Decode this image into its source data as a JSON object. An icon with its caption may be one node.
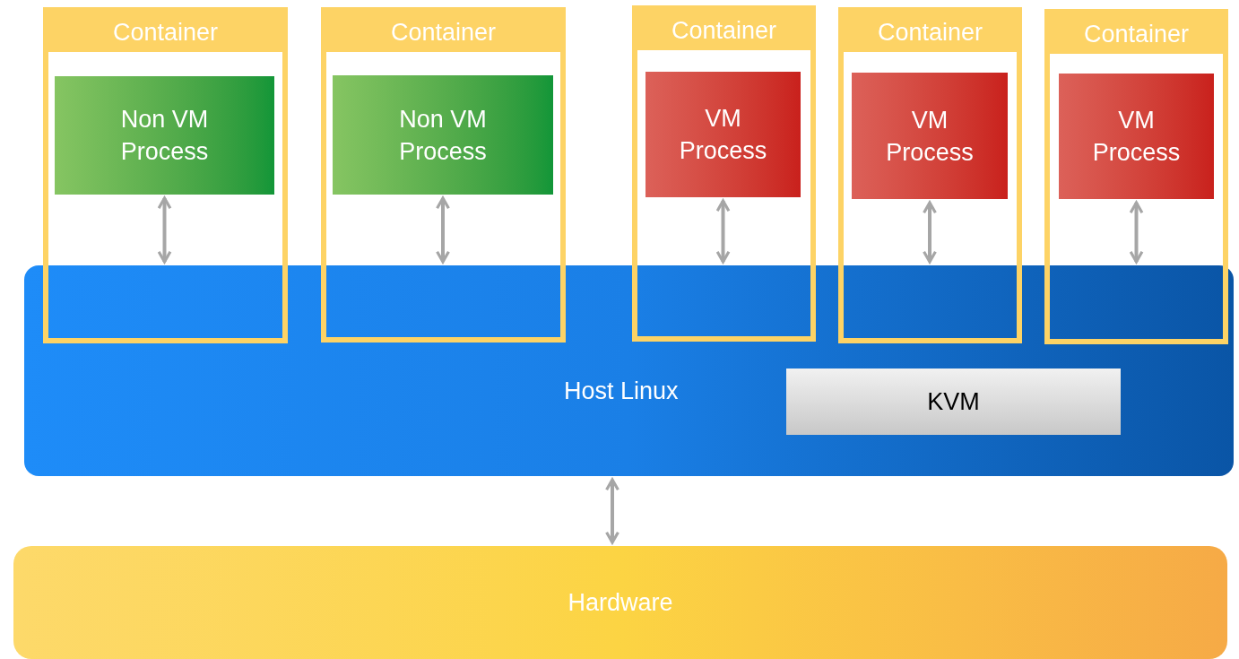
{
  "diagram": {
    "nodes": [
      {
        "text": [
          "Container"
        ]
      },
      {
        "text": [
          "Non VM Process"
        ],
        "in": 0
      },
      {
        "text": [
          "Container"
        ]
      },
      {
        "text": [
          "Non VM Process"
        ],
        "in": 2
      },
      {
        "text": [
          "Container"
        ]
      },
      {
        "text": [
          "VM Process"
        ],
        "in": 4
      },
      {
        "text": [
          "Container"
        ]
      },
      {
        "text": [
          "VM Process"
        ],
        "in": 6
      },
      {
        "text": [
          "Container"
        ]
      },
      {
        "text": [
          "VM Process"
        ],
        "in": 8
      },
      {
        "text": [
          "Host Linux"
        ]
      },
      {
        "text": [
          "KVM"
        ],
        "in": 10
      },
      {
        "text": [
          "Hardware"
        ]
      }
    ],
    "edges": [
      {
        "from": 1,
        "to": 10,
        "arrow": "both"
      },
      {
        "from": 3,
        "to": 10,
        "arrow": "both"
      },
      {
        "from": 5,
        "to": 10,
        "arrow": "both"
      },
      {
        "from": 7,
        "to": 10,
        "arrow": "both"
      },
      {
        "from": 9,
        "to": 10,
        "arrow": "both"
      },
      {
        "from": 10,
        "to": 12,
        "arrow": "both"
      }
    ]
  }
}
